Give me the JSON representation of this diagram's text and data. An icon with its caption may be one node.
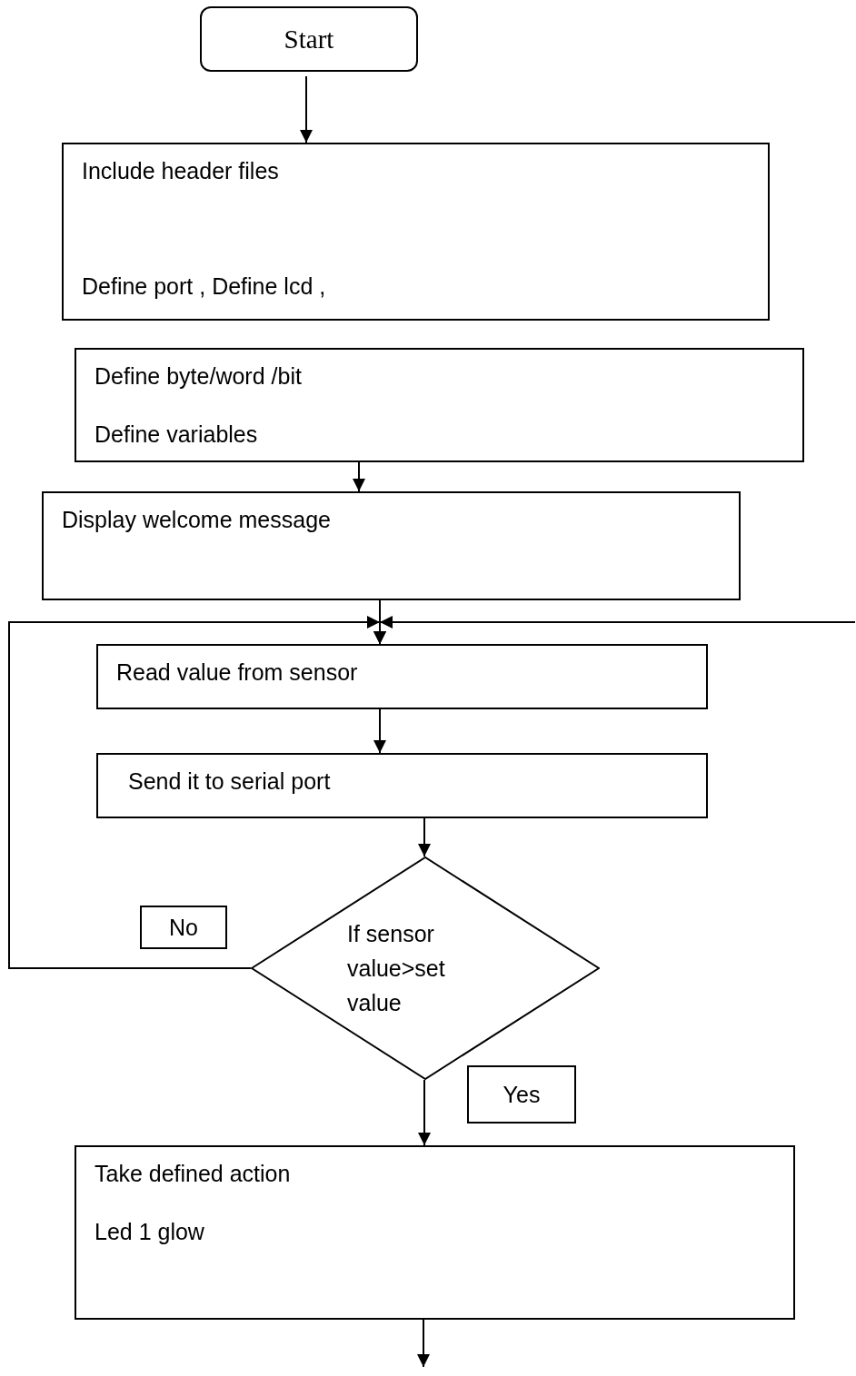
{
  "diagram": {
    "nodes": [
      {
        "text": [
          "Start"
        ]
      },
      {
        "text": [
          "Include header files",
          "Define port , Define lcd ,"
        ]
      },
      {
        "text": [
          "Define byte/word /bit",
          "Define variables"
        ]
      },
      {
        "text": [
          "Display welcome message"
        ]
      },
      {
        "text": [
          "Read value from sensor"
        ]
      },
      {
        "text": [
          "Send it to serial port"
        ]
      },
      {
        "text": [
          "If sensor value>set value"
        ]
      },
      {
        "text": [
          "Take defined action",
          "Led 1 glow"
        ]
      },
      {
        "text": [
          "No"
        ]
      },
      {
        "text": [
          "Yes"
        ]
      }
    ],
    "edges": [
      {
        "from": 0,
        "to": 1,
        "arrow": "to"
      },
      {
        "from": 2,
        "to": 3,
        "arrow": "to"
      },
      {
        "from": 3,
        "to": 4,
        "arrow": "to"
      },
      {
        "from": 4,
        "to": 5,
        "arrow": "to"
      },
      {
        "from": 5,
        "to": 6,
        "arrow": "to"
      },
      {
        "from": 6,
        "to": 4,
        "arrow": "to"
      },
      {
        "from": null,
        "to": 4,
        "arrow": "to"
      },
      {
        "from": 6,
        "to": 7,
        "arrow": "to"
      },
      {
        "from": 7,
        "to": null,
        "arrow": "to"
      }
    ]
  }
}
